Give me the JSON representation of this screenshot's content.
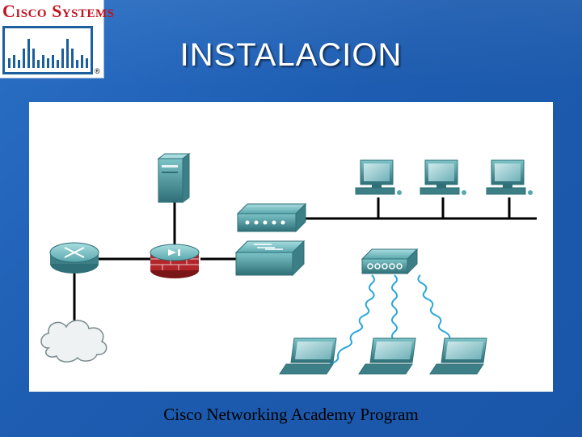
{
  "slide": {
    "title": "INSTALACION",
    "footer": "Cisco Networking Academy Program"
  },
  "logo": {
    "text": "Cisco Systems",
    "registered_mark": "®"
  },
  "diagram": {
    "nodes": [
      {
        "name": "server",
        "type": "server-icon"
      },
      {
        "name": "hub",
        "type": "hub-icon"
      },
      {
        "name": "router",
        "type": "router-icon"
      },
      {
        "name": "firewall",
        "type": "firewall-icon"
      },
      {
        "name": "switch",
        "type": "switch-icon"
      },
      {
        "name": "wireless-access-point",
        "type": "access-point-icon"
      },
      {
        "name": "internet-cloud",
        "type": "cloud-icon"
      },
      {
        "name": "workstation-1",
        "type": "desktop-computer-icon"
      },
      {
        "name": "workstation-2",
        "type": "desktop-computer-icon"
      },
      {
        "name": "workstation-3",
        "type": "desktop-computer-icon"
      },
      {
        "name": "laptop-1",
        "type": "laptop-icon"
      },
      {
        "name": "laptop-2",
        "type": "laptop-icon"
      },
      {
        "name": "laptop-3",
        "type": "laptop-icon"
      }
    ],
    "colors": {
      "device_body": "#4a9aa0",
      "device_dark": "#2f6f77",
      "firewall_brick": "#b2262b",
      "wireless_signal": "#2aa7d8",
      "link": "#000000"
    }
  },
  "theme": {
    "background": "#1f5fb4",
    "title_color": "#ffffff",
    "logo_red": "#c1121f"
  }
}
